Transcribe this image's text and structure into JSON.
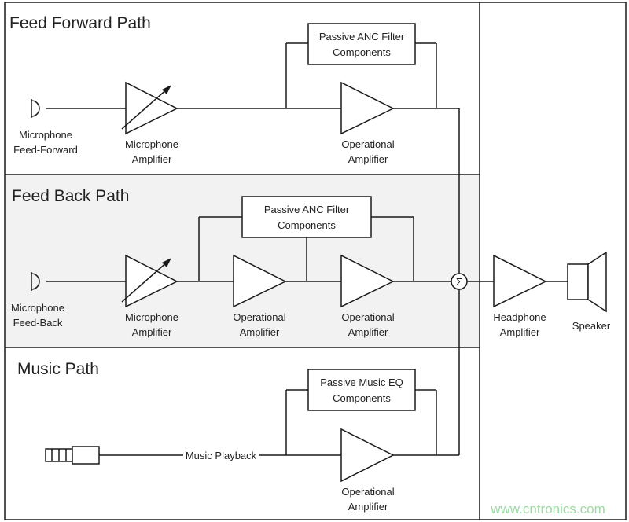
{
  "sections": {
    "feed_forward": "Feed Forward Path",
    "feed_back": "Feed Back Path",
    "music": "Music Path"
  },
  "feed_forward": {
    "mic_line1": "Microphone",
    "mic_line2": "Feed-Forward",
    "mic_amp_line1": "Microphone",
    "mic_amp_line2": "Amplifier",
    "filter_line1": "Passive ANC Filter",
    "filter_line2": "Components",
    "opamp_line1": "Operational",
    "opamp_line2": "Amplifier"
  },
  "feed_back": {
    "mic_line1": "Microphone",
    "mic_line2": "Feed-Back",
    "mic_amp_line1": "Microphone",
    "mic_amp_line2": "Amplifier",
    "filter_line1": "Passive ANC Filter",
    "filter_line2": "Components",
    "opamp1_line1": "Operational",
    "opamp1_line2": "Amplifier",
    "opamp2_line1": "Operational",
    "opamp2_line2": "Amplifier"
  },
  "music": {
    "source": "Music Playback",
    "filter_line1": "Passive Music EQ",
    "filter_line2": "Components",
    "opamp_line1": "Operational",
    "opamp_line2": "Amplifier"
  },
  "output": {
    "summing": "Σ",
    "hp_amp_line1": "Headphone",
    "hp_amp_line2": "Amplifier",
    "speaker": "Speaker"
  },
  "watermark": "www.cntronics.com",
  "colors": {
    "feedback_bg": "#f2f2f2",
    "line": "#1a1a1a",
    "watermark": "#9fd9a6"
  }
}
